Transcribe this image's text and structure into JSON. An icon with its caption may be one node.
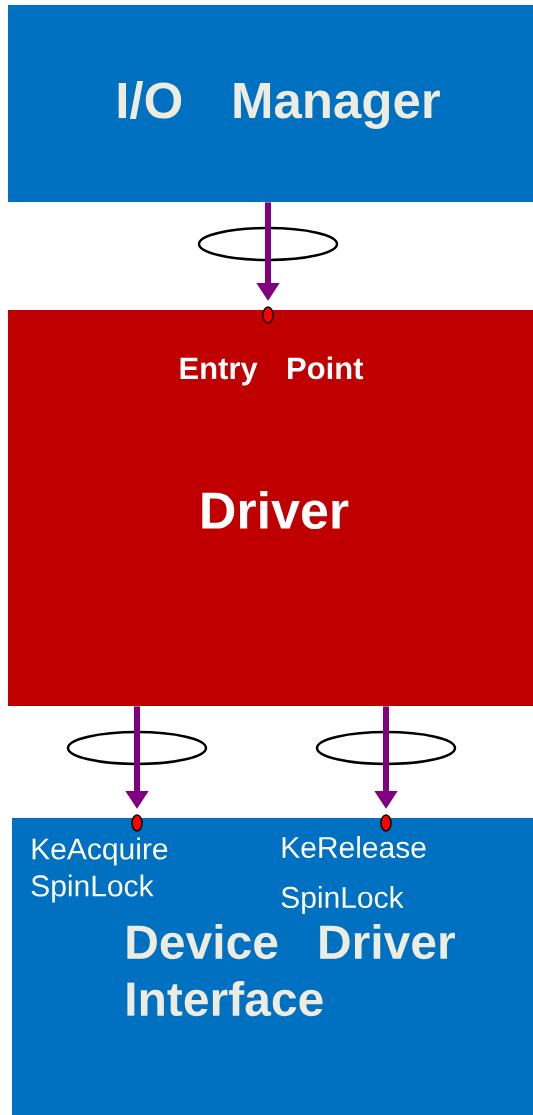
{
  "diagram": {
    "nodes": [
      {
        "text": [
          "I/O Manager"
        ]
      },
      {
        "text": [
          "Entry Point",
          "Driver"
        ]
      },
      {
        "text": [
          "KeAcquire SpinLock",
          "KeRelease SpinLock",
          "Device Driver Interface"
        ]
      }
    ],
    "edges": [
      {
        "from": 0,
        "to": 1,
        "arrow": "to"
      },
      {
        "from": 1,
        "to": 2,
        "arrow": "to"
      },
      {
        "from": 1,
        "to": 2,
        "arrow": "to"
      }
    ]
  }
}
